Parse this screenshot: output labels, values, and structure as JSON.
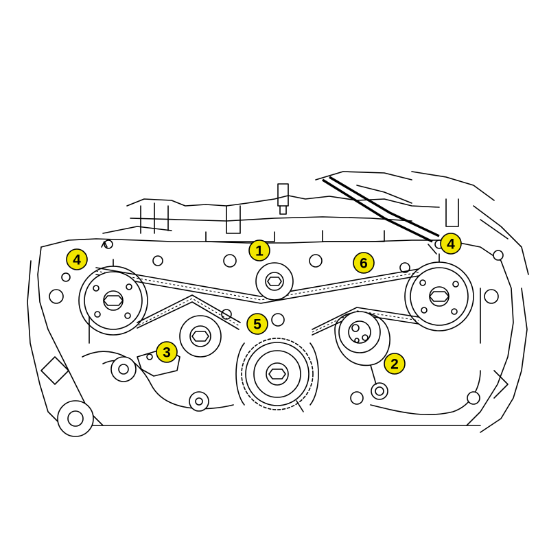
{
  "figure": {
    "callouts": [
      {
        "id": "left-cam-sprocket-callout",
        "label": "4"
      },
      {
        "id": "upper-idler-callout",
        "label": "1"
      },
      {
        "id": "upper-right-idler-callout",
        "label": "6"
      },
      {
        "id": "right-cam-sprocket-callout",
        "label": "4"
      },
      {
        "id": "crank-sprocket-callout",
        "label": "5"
      },
      {
        "id": "left-idler-callout",
        "label": "3"
      },
      {
        "id": "tensioner-callout",
        "label": "2"
      }
    ],
    "colors": {
      "callout_fill": "#f2e600",
      "line": "#000000",
      "background": "#ffffff"
    }
  }
}
